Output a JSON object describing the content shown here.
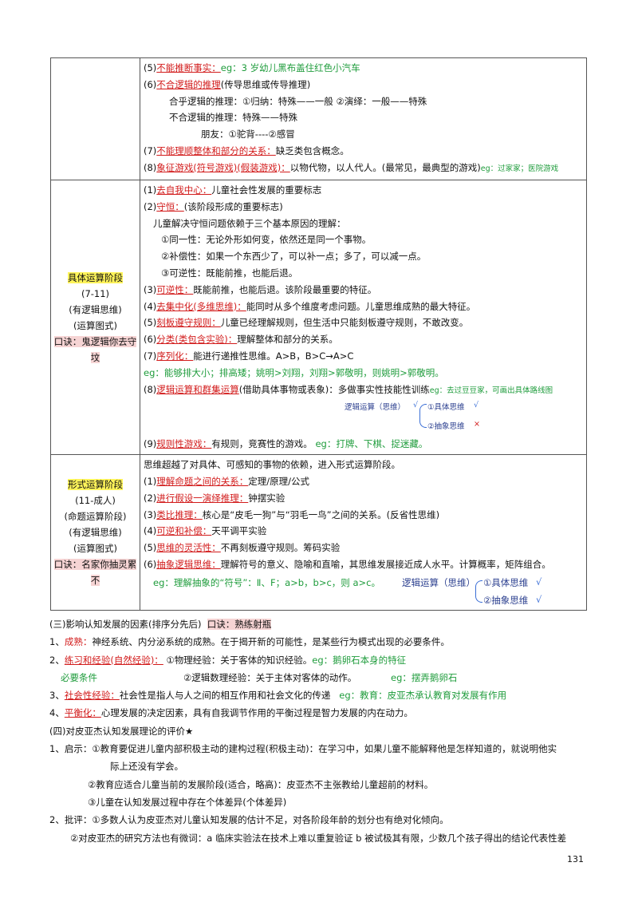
{
  "table": {
    "row1": [
      {
        "pre": "(5)",
        "red": "不能推断事实：",
        "green": "eg：3 岁幼儿黑布盖住红色小汽车"
      },
      {
        "pre": "(6)",
        "red": "不合逻辑的推理",
        "rest": "(传导思维或传导推理)"
      },
      {
        "text": "合乎逻辑的推理：①归纳：特殊——一般 ②演绎：一般——特殊"
      },
      {
        "text": "不合逻辑的推理：特殊——特殊"
      },
      {
        "text": "朋友：①驼背----②感冒"
      },
      {
        "pre": "(7)",
        "red": "不能理顺整体和部分的关系：",
        "rest": "缺乏类包含概念。"
      },
      {
        "pre": "(8)",
        "red": "象征游戏(符号游戏)(假装游戏)：",
        "rest": "以物代物，以人代人。(最常见，最典型的游戏)",
        "green_small": "eg：过家家；医院游戏"
      }
    ],
    "concrete": {
      "title": "具体运算阶段",
      "age": "(7-11)",
      "thinking": "(有逻辑思维)",
      "graph": "(运算图式)",
      "mnemonic": "口诀：鬼逻辑你去守坟"
    },
    "row2": [
      {
        "pre": "(1)",
        "red": "去自我中心：",
        "rest": "儿童社会性发展的重要标志"
      },
      {
        "pre": "(2)",
        "red": "守恒：",
        "rest": "(该阶段形成的重要标志)"
      },
      {
        "text": "儿童解决守恒问题依赖于三个基本原因的理解："
      },
      {
        "text": "①同一性：无论外形如何变，依然还是同一个事物。"
      },
      {
        "text": "②补偿性：如果一个东西少了，可以补一点；多了，可以减一点。"
      },
      {
        "text": "③可逆性：既能前推，也能后退。"
      },
      {
        "pre": "(3)",
        "red": "可逆性：",
        "rest": "既能前推，也能后退。该阶段最重要的特征。"
      },
      {
        "pre": "(4)",
        "red": "去集中化(多维思维)：",
        "rest": "能同时从多个维度考虑问题。儿童思维成熟的最大特征。"
      },
      {
        "pre": "(5)",
        "red": "刻板遵守规则：",
        "rest": "儿童已经理解规则，但生活中只能刻板遵守规则，不敢改变。"
      },
      {
        "pre": "(6)",
        "red": "分类(类包含实验)：",
        "rest": "理解整体和部分的关系。"
      },
      {
        "pre": "(7)",
        "red": "序列化：",
        "rest": "能进行递推性思维。A>B，B>C→A>C"
      },
      {
        "green": "eg：能够排大小；排高矮；姚明>刘翔，刘翔>郭敬明，则姚明>郭敬明。"
      },
      {
        "pre": "(8)",
        "red": "逻辑运算和群集运算",
        "rest": "(借助具体事物或表象)：多做事实性技能性训练",
        "green_small": "eg：去过豆豆家，可画出具体路线图"
      },
      {
        "pre": "(9)",
        "red": "规则性游戏：",
        "rest": "有规则，竞赛性的游戏。",
        "green": " eg：打牌、下棋、捉迷藏。"
      }
    ],
    "row2_sub": {
      "label": "逻辑运算（思维）",
      "arrow": "√",
      "item1": "①具体思维",
      "mark1": "√",
      "item2": "②抽象思维",
      "mark2": "×"
    },
    "formal": {
      "title": "形式运算阶段",
      "age": "(11-成人)",
      "thinking1": "(命题运算阶段)",
      "thinking2": "(有逻辑思维)",
      "graph": "(运算图式)",
      "mnemonic": "口诀：名家你抽灵累不"
    },
    "row3": [
      {
        "text": "思维超越了对具体、可感知的事物的依赖，进入形式运算阶段。"
      },
      {
        "pre": "(1)",
        "red": "理解命题之间的关系：",
        "rest": "定理/原理/公式"
      },
      {
        "pre": "(2)",
        "red": "进行假设一演绎推理：",
        "rest": "钟摆实验"
      },
      {
        "pre": "(3)",
        "red": "类比推理：",
        "rest": "核心是“皮毛一狗”与“羽毛一鸟”之间的关系。(反省性思维)"
      },
      {
        "pre": "(4)",
        "red": "可逆和补偿：",
        "rest": "天平调平实验"
      },
      {
        "pre": "(5)",
        "red": "思维的灵活性：",
        "rest": "不再刻板遵守规则。筹码实验"
      },
      {
        "pre": "(6)",
        "red": "抽象逻辑思维：",
        "rest": "理解符号的意义、隐喻和直喻，其思维发展接近成人水平。计算概率，矩阵组合。"
      }
    ],
    "row3_sub": {
      "green": "eg：理解抽象的“符号”：Ⅱ、F；a>b，b>c，则 a>c。",
      "label": "逻辑运算（思维）",
      "item1": "①具体思维",
      "mark1": "√",
      "item2": "②抽象思维",
      "mark2": "√"
    }
  },
  "below": {
    "l1_title": "(三)影响认知发展的因素(排序分先后)",
    "l1_mnemonic": "口诀：熟练射瓶",
    "l2_pre": "1、",
    "l2_red": "成熟：",
    "l2_rest": "神经系统、内分泌系统的成熟。在于揭开新的可能性，是某些行为模式出现的必要条件。",
    "l3_pre": "2、",
    "l3_red": "练习和经验(自然经验)：",
    "l3_rest": "  ①物理经验：关于客体的知识经验。",
    "l3_green": "eg：鹅卵石本身的特征",
    "l4_cond": "必要条件",
    "l4_rest": "②逻辑数理经验：关于主体对客体的动作。",
    "l4_green": "eg：摆弄鹅卵石",
    "l5_pre": "3、",
    "l5_red": "社会性经验：",
    "l5_rest": "社会性是指人与人之间的相互作用和社会文化的传递",
    "l5_green": "eg：教育：皮亚杰承认教育对发展有作用",
    "l6_pre": "4、",
    "l6_red": "平衡化：",
    "l6_rest": "心理发展的决定因素，具有自我调节作用的平衡过程是智力发展的内在动力。",
    "l7": "(四)对皮亚杰认知发展理论的评价★",
    "l8": "1、启示：①教育要促进儿童内部积极主动的建构过程(积极主动)：在学习中，如果儿童不能解释他是怎样知道的，就说明他实",
    "l9": "际上还没有学会。",
    "l10": "②教育应适合儿童当前的发展阶段(适合，略高)：皮亚杰不主张教给儿童超前的材料。",
    "l11": "③儿童在认知发展过程中存在个体差异(个体差异)",
    "l12": "2、批评：①多数人认为皮亚杰对儿童认知发展的估计不足，对各阶段年龄的划分也有绝对化倾向。",
    "l13": "②对皮亚杰的研究方法也有微词：a 临床实验法在技术上难以重复验证 b 被试极其有限，少数几个孩子得出的结论代表性差"
  },
  "page_number": "131"
}
